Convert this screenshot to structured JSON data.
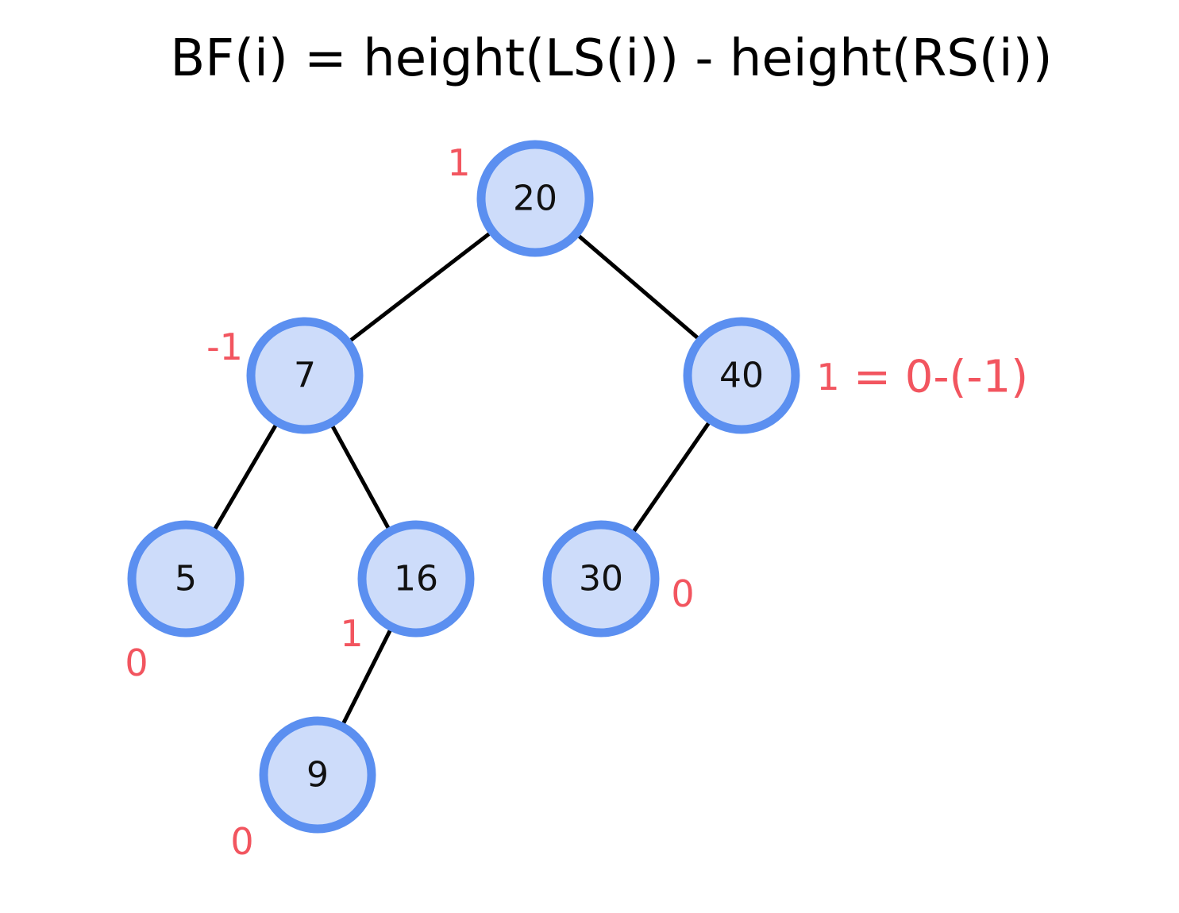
{
  "formula": "BF(i) = height(LS(i)) - height(RS(i))",
  "colors": {
    "node_fill": "#cddcfa",
    "node_stroke": "#5b8ff0",
    "balance_text": "#f2555f",
    "edge": "#000000",
    "text": "#000000"
  },
  "nodes": [
    {
      "id": "n20",
      "value": "20",
      "balance": "1"
    },
    {
      "id": "n7",
      "value": "7",
      "balance": "-1"
    },
    {
      "id": "n40",
      "value": "40",
      "balance": "1"
    },
    {
      "id": "n5",
      "value": "5",
      "balance": "0"
    },
    {
      "id": "n16",
      "value": "16",
      "balance": "1"
    },
    {
      "id": "n30",
      "value": "30",
      "balance": "0"
    },
    {
      "id": "n9",
      "value": "9",
      "balance": "0"
    }
  ],
  "edges": [
    {
      "from": "n20",
      "to": "n7"
    },
    {
      "from": "n20",
      "to": "n40"
    },
    {
      "from": "n7",
      "to": "n5"
    },
    {
      "from": "n7",
      "to": "n16"
    },
    {
      "from": "n40",
      "to": "n30"
    },
    {
      "from": "n16",
      "to": "n9"
    }
  ],
  "annotation": {
    "node": "n40",
    "text": "= 0-(-1)"
  }
}
